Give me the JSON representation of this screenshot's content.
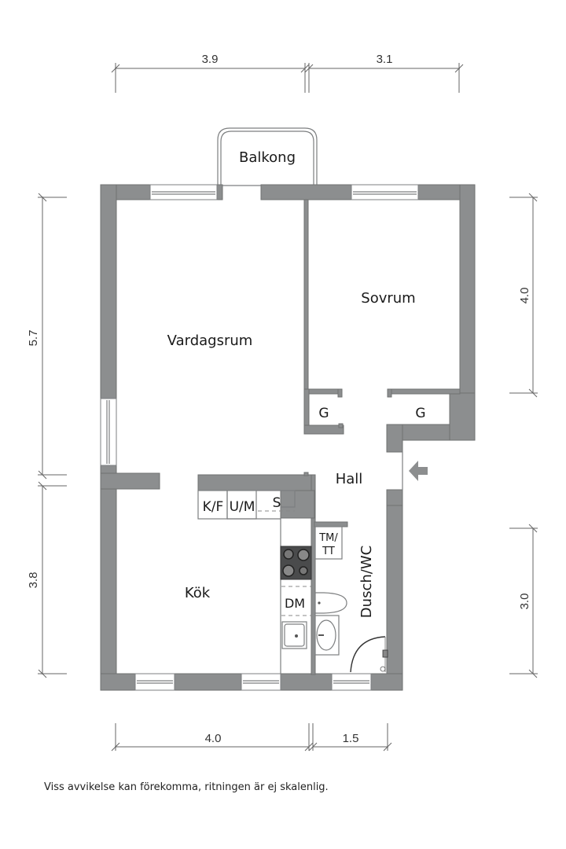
{
  "plan": {
    "colors": {
      "wall": "#8c8e8f",
      "wall_stroke": "#6f7172",
      "line": "#7d7f80",
      "text": "#1a1a1a",
      "background": "#ffffff"
    },
    "rooms": {
      "balcony": "Balkong",
      "living_room": "Vardagsrum",
      "bedroom": "Sovrum",
      "hall": "Hall",
      "kitchen": "Kök",
      "bathroom": "Dusch/WC"
    },
    "fixtures": {
      "wardrobe_left": "G",
      "wardrobe_right": "G",
      "fridge_freezer": "K/F",
      "oven_microwave": "U/M",
      "sink_cabinet": "S",
      "washer_dryer_line1": "TM/",
      "washer_dryer_line2": "TT",
      "dishwasher": "DM"
    },
    "icons": {
      "entrance": "entrance-arrow-icon",
      "stove": "stove-icon",
      "toilet": "toilet-icon",
      "washbasin": "washbasin-icon",
      "kitchen_sink": "kitchen-sink-icon",
      "shower": "shower-icon"
    },
    "dimensions": {
      "top_left": "3.9",
      "top_right": "3.1",
      "left_upper": "5.7",
      "left_lower": "3.8",
      "right_upper": "4.0",
      "right_lower": "3.0",
      "bottom_left": "4.0",
      "bottom_right": "1.5"
    }
  },
  "footer": {
    "disclaimer": "Viss avvikelse kan förekomma, ritningen är ej skalenlig."
  }
}
